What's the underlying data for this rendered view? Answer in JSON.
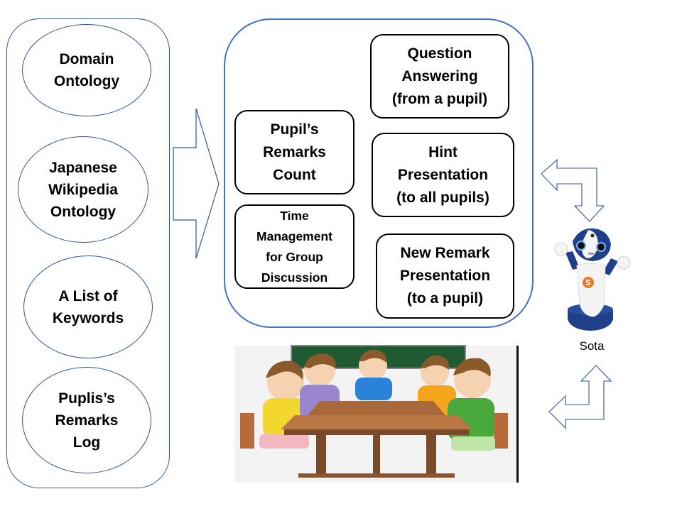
{
  "left_panel": {
    "items": [
      {
        "label": "Domain\nOntology"
      },
      {
        "label": "Japanese\nWikipedia\nOntology"
      },
      {
        "label": "A List of\nKeywords"
      },
      {
        "label": "Puplis’s\nRemarks\nLog"
      }
    ]
  },
  "center_panel": {
    "left_column": [
      {
        "label": "Pupil’s\nRemarks\nCount"
      },
      {
        "label": "Time\nManagement\nfor Group\nDiscussion"
      }
    ],
    "right_column": [
      {
        "label": "Question\nAnswering\n(from a pupil)"
      },
      {
        "label": "Hint\nPresentation\n(to all pupils)"
      },
      {
        "label": "New Remark\nPresentation\n(to a pupil)"
      }
    ]
  },
  "robot": {
    "label": "Sota",
    "colors": {
      "body": "#1f3f8a",
      "white": "#f4f4f4",
      "accent": "#e87a1e"
    }
  },
  "illustration": {
    "description": "Cartoon of five pupils in group discussion around desks"
  },
  "colors": {
    "left_border": "#2f5597",
    "center_border": "#4472c4",
    "box_border": "#000000",
    "arrow_stroke": "#2f5597"
  }
}
